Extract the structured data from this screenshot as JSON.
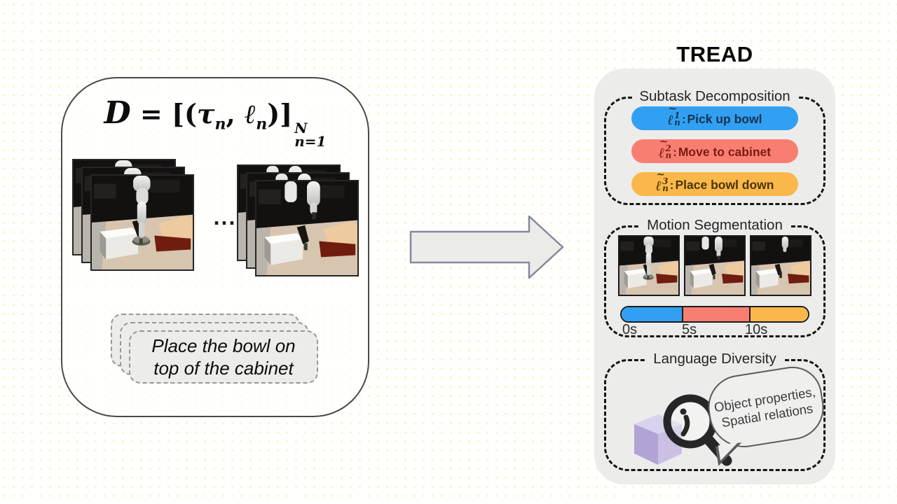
{
  "dataset_box": {
    "formula": {
      "d": "D",
      "open": " = [(",
      "tau": "τ",
      "sub1": "n",
      "comma": ", ",
      "ell": "ℓ",
      "sub2": "n",
      "close": ")]",
      "sup": "N",
      "sub": "n=1"
    },
    "ellipsis": "...",
    "instruction": {
      "line1": "Place the bowl on",
      "line2": "top of the cabinet"
    }
  },
  "tread": {
    "title": "TREAD",
    "subtask": {
      "title": "Subtask Decomposition",
      "items": [
        {
          "tilde": "~",
          "symbol": "ℓ",
          "sup": "1",
          "sub": "n",
          "colon": ":",
          "label": "Pick up bowl",
          "bg": "#31a0f2",
          "fg": "#16324f"
        },
        {
          "tilde": "~",
          "symbol": "ℓ",
          "sup": "2",
          "sub": "n",
          "colon": ":",
          "label": "Move to cabinet",
          "bg": "#f97e72",
          "fg": "#7c1c13"
        },
        {
          "tilde": "~",
          "symbol": "ℓ",
          "sup": "3",
          "sub": "n",
          "colon": ":",
          "label": "Place bowl down",
          "bg": "#fbb84a",
          "fg": "#4a3306"
        }
      ]
    },
    "motion": {
      "title": "Motion Segmentation",
      "timeline": {
        "segments": [
          {
            "name": "subtask-1",
            "color": "#31a0f2",
            "fraction": 0.33
          },
          {
            "name": "subtask-2",
            "color": "#f97e72",
            "fraction": 0.36
          },
          {
            "name": "subtask-3",
            "color": "#fbb84a",
            "fraction": 0.31
          }
        ],
        "ticks": [
          "0s",
          "5s",
          "10s"
        ]
      }
    },
    "language": {
      "title": "Language Diversity",
      "bubble": {
        "line1": "Object properties,",
        "line2": "Spatial relations"
      }
    }
  },
  "icons": {
    "arrow": "right-block-arrow",
    "magnifier": "magnifying-glass",
    "cube": "purple-cube",
    "frames": "robot-trajectory-frames"
  }
}
